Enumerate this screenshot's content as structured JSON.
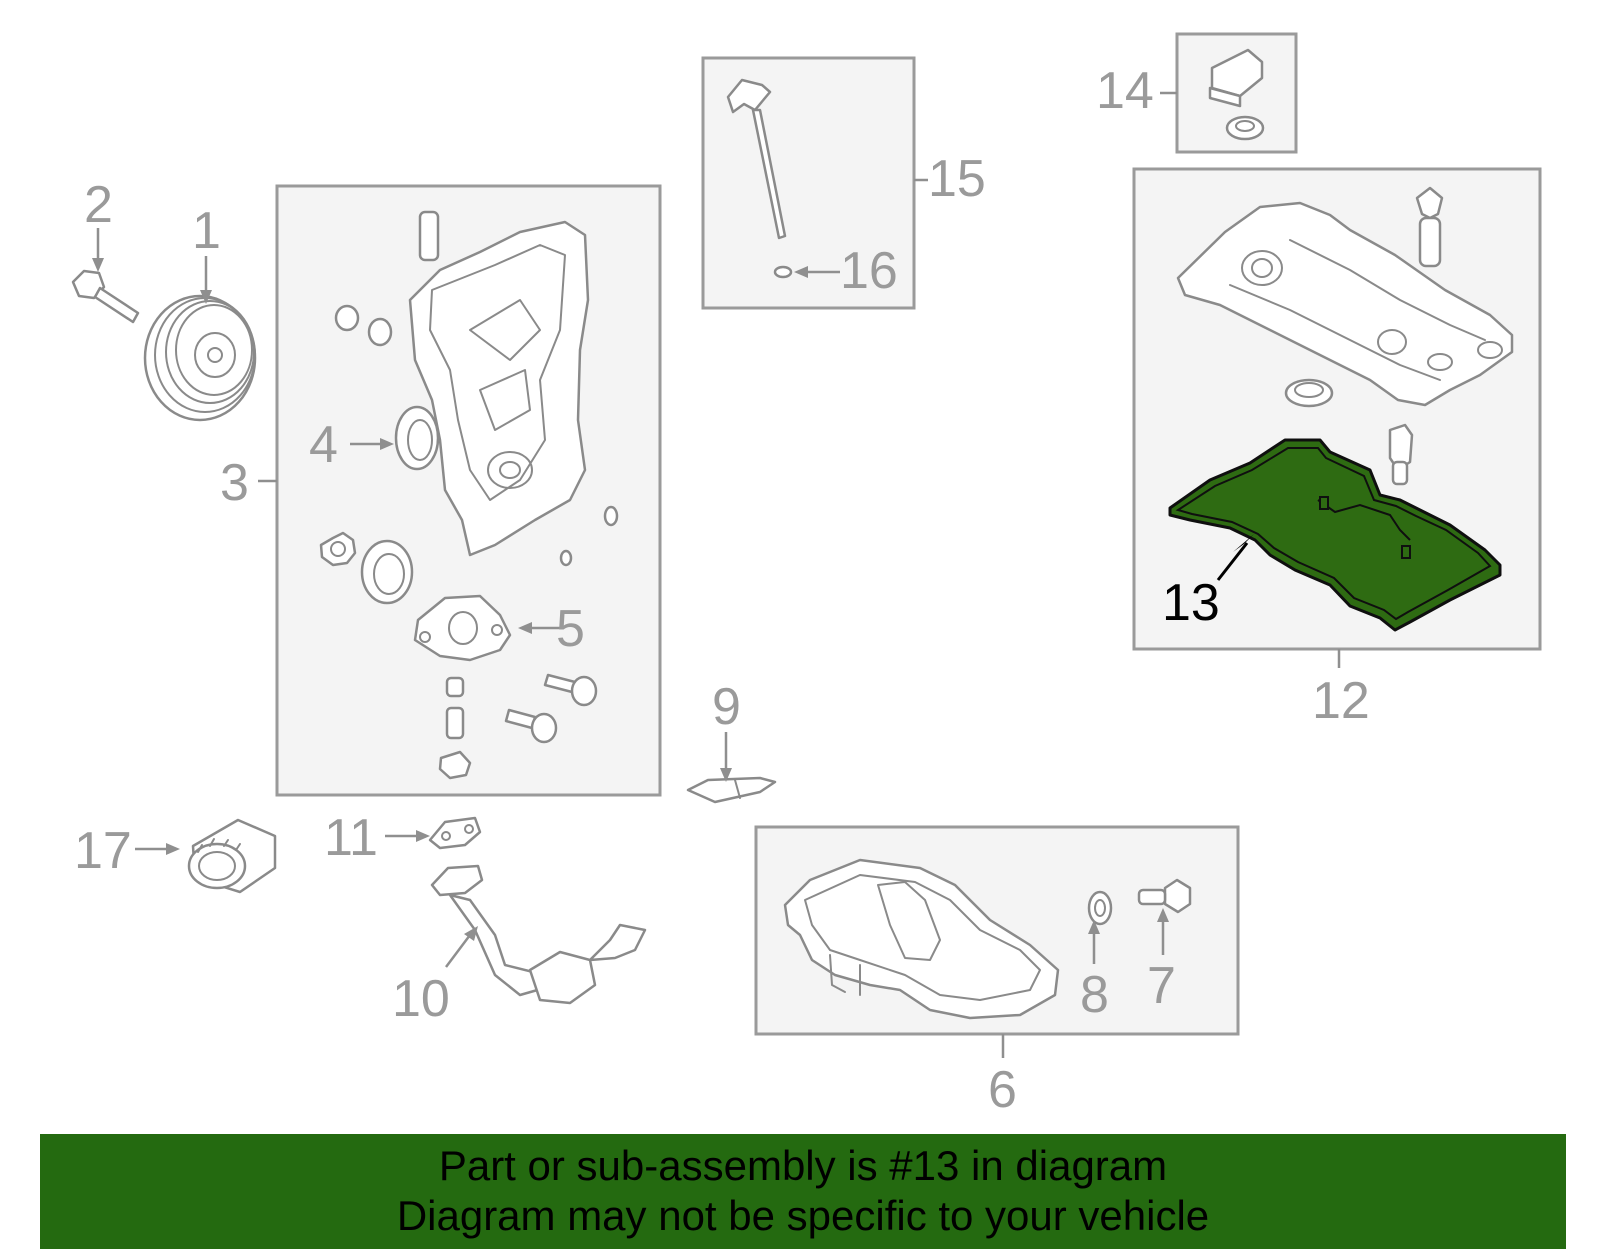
{
  "diagram": {
    "callouts": {
      "c1": "1",
      "c2": "2",
      "c3": "3",
      "c4": "4",
      "c5": "5",
      "c6": "6",
      "c7": "7",
      "c8": "8",
      "c9": "9",
      "c10": "10",
      "c11": "11",
      "c12": "12",
      "c13": "13",
      "c14": "14",
      "c15": "15",
      "c16": "16",
      "c17": "17"
    },
    "highlighted_part": "13",
    "highlight_color": "#2e6b12"
  },
  "banner": {
    "line1": "Part or sub-assembly is #13 in diagram",
    "line2": "Diagram may not be specific to your vehicle",
    "background": "#246a10"
  }
}
